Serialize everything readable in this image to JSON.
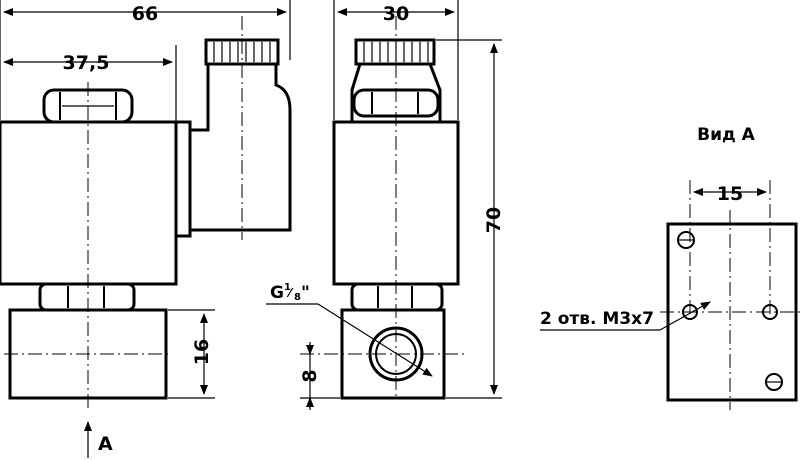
{
  "dimensions": {
    "total_width": "66",
    "coil_width": "37,5",
    "side_width": "30",
    "total_height": "70",
    "body_height": "16",
    "port_height": "8",
    "hole_spacing": "15"
  },
  "labels": {
    "thread": "G",
    "thread_fraction_num": "1",
    "thread_fraction_den": "8",
    "thread_quote": "\"",
    "view_arrow": "A",
    "view_title": "Вид А",
    "holes_note": "2 отв. М3х7"
  }
}
